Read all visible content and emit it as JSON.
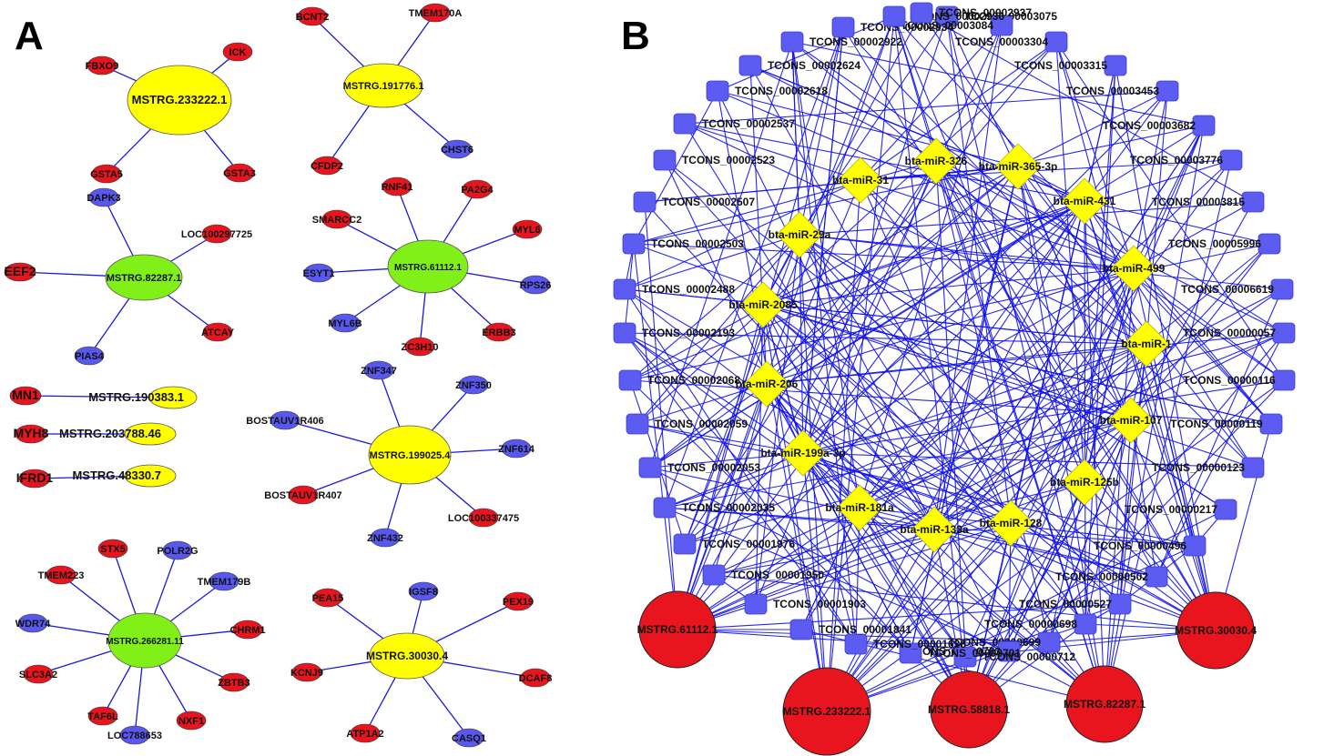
{
  "panels": {
    "A": "A",
    "B": "B"
  },
  "colors": {
    "red": "#e8141e",
    "yellow": "#ffff00",
    "green": "#80f018",
    "blue_node": "#5858ee",
    "edge": "#1a1adc",
    "square": "#5c5cf2",
    "diamond": "#ffff00"
  },
  "panel_a": {
    "clusters": [
      {
        "hub": {
          "label": "MSTRG.233222.1",
          "color": "yellow"
        },
        "leaves": [
          {
            "label": "FBXO9",
            "color": "red"
          },
          {
            "label": "ICK",
            "color": "red"
          },
          {
            "label": "GSTA5",
            "color": "red"
          },
          {
            "label": "GSTA3",
            "color": "red"
          }
        ]
      },
      {
        "hub": {
          "label": "MSTRG.191776.1",
          "color": "yellow"
        },
        "leaves": [
          {
            "label": "BCNT2",
            "color": "red"
          },
          {
            "label": "TMEM170A",
            "color": "red"
          },
          {
            "label": "CFDP2",
            "color": "red"
          },
          {
            "label": "CHST6",
            "color": "blue"
          }
        ]
      },
      {
        "hub": {
          "label": "MSTRG.82287.1",
          "color": "green"
        },
        "leaves": [
          {
            "label": "DAPK3",
            "color": "blue"
          },
          {
            "label": "LOC100297725",
            "color": "red"
          },
          {
            "label": "EEF2",
            "color": "red"
          },
          {
            "label": "ATCAY",
            "color": "red"
          },
          {
            "label": "PIAS4",
            "color": "blue"
          }
        ]
      },
      {
        "hub": {
          "label": "MSTRG.61112.1",
          "color": "green"
        },
        "leaves": [
          {
            "label": "RNF41",
            "color": "red"
          },
          {
            "label": "PA2G4",
            "color": "red"
          },
          {
            "label": "SMARCC2",
            "color": "red"
          },
          {
            "label": "MYL6",
            "color": "red"
          },
          {
            "label": "ESYT1",
            "color": "blue"
          },
          {
            "label": "RPS26",
            "color": "blue"
          },
          {
            "label": "MYL6B",
            "color": "blue"
          },
          {
            "label": "ZC3H10",
            "color": "red"
          },
          {
            "label": "ERBB3",
            "color": "red"
          }
        ]
      },
      {
        "hub": {
          "label": "MSTRG.190383.1",
          "color": "yellow"
        },
        "leaves": [
          {
            "label": "MN1",
            "color": "red"
          }
        ]
      },
      {
        "hub": {
          "label": "MSTRG.203788.46",
          "color": "yellow"
        },
        "leaves": [
          {
            "label": "MYH8",
            "color": "red"
          }
        ]
      },
      {
        "hub": {
          "label": "MSTRG.48330.7",
          "color": "yellow"
        },
        "leaves": [
          {
            "label": "IFRD1",
            "color": "red"
          }
        ]
      },
      {
        "hub": {
          "label": "MSTRG.199025.4",
          "color": "yellow"
        },
        "leaves": [
          {
            "label": "ZNF347",
            "color": "blue"
          },
          {
            "label": "ZNF350",
            "color": "blue"
          },
          {
            "label": "BOSTAUV1R406",
            "color": "blue"
          },
          {
            "label": "ZNF614",
            "color": "blue"
          },
          {
            "label": "BOSTAUV1R407",
            "color": "red"
          },
          {
            "label": "LOC100337475",
            "color": "red"
          },
          {
            "label": "ZNF432",
            "color": "blue"
          }
        ]
      },
      {
        "hub": {
          "label": "MSTRG.266281.11",
          "color": "green"
        },
        "leaves": [
          {
            "label": "STX5",
            "color": "red"
          },
          {
            "label": "POLR2G",
            "color": "blue"
          },
          {
            "label": "TMEM223",
            "color": "red"
          },
          {
            "label": "TMEM179B",
            "color": "blue"
          },
          {
            "label": "WDR74",
            "color": "blue"
          },
          {
            "label": "CHRM1",
            "color": "red"
          },
          {
            "label": "SLC3A2",
            "color": "red"
          },
          {
            "label": "ZBTB3",
            "color": "red"
          },
          {
            "label": "TAF6L",
            "color": "red"
          },
          {
            "label": "LOC788653",
            "color": "blue"
          },
          {
            "label": "NXF1",
            "color": "red"
          }
        ]
      },
      {
        "hub": {
          "label": "MSTRG.30030.4",
          "color": "yellow"
        },
        "leaves": [
          {
            "label": "IGSF8",
            "color": "blue"
          },
          {
            "label": "PEA15",
            "color": "red"
          },
          {
            "label": "PEX19",
            "color": "red"
          },
          {
            "label": "KCNJ9",
            "color": "red"
          },
          {
            "label": "DCAF8",
            "color": "red"
          },
          {
            "label": "ATP1A2",
            "color": "red"
          },
          {
            "label": "CASQ1",
            "color": "blue"
          }
        ]
      }
    ]
  },
  "panel_b": {
    "tcons": [
      "TCONS_00003075",
      "TCONS_00003084",
      "TCONS_00003304",
      "TCONS_00003315",
      "TCONS_00003453",
      "TCONS_00003682",
      "TCONS_00003776",
      "TCONS_00003815",
      "TCONS_00005996",
      "TCONS_00006619",
      "TCONS_00000057",
      "TCONS_00000116",
      "TCONS_00000119",
      "TCONS_00000123",
      "TCONS_00000217",
      "TCONS_00000496",
      "TCONS_00000502",
      "TCONS_00000527",
      "TCONS_00000698",
      "TCONS_00000699",
      "TCONS_00000703",
      "TCONS_00000712",
      "TCONS_00000701",
      "TCONS_00001638",
      "TCONS_00001841",
      "TCONS_00001903",
      "TCONS_00001950",
      "TCONS_00001976",
      "TCONS_00002035",
      "TCONS_00002053",
      "TCONS_00002059",
      "TCONS_00002068",
      "TCONS_00002193",
      "TCONS_00002488",
      "TCONS_00002503",
      "TCONS_00002507",
      "TCONS_00002523",
      "TCONS_00002537",
      "TCONS_00002618",
      "TCONS_00002624",
      "TCONS_00002922",
      "TCONS_00002934",
      "TCONS_00002936",
      "TCONS_00002937"
    ],
    "mirnas": [
      "bta-miR-326",
      "bta-miR-365-3p",
      "bta-miR-31",
      "bta-miR-431",
      "bta-miR-29a",
      "bta-miR-499",
      "bta-miR-2085",
      "bta-miR-1",
      "bta-miR-206",
      "bta-miR-107",
      "bta-miR-199a-3p",
      "bta-miR-125b",
      "bta-miR-181a",
      "bta-miR-133a",
      "bta-miR-128"
    ],
    "mstrg": [
      "MSTRG.61112.1",
      "MSTRG.30030.4",
      "MSTRG.233222.1",
      "MSTRG.58818.1",
      "MSTRG.82287.1"
    ]
  }
}
